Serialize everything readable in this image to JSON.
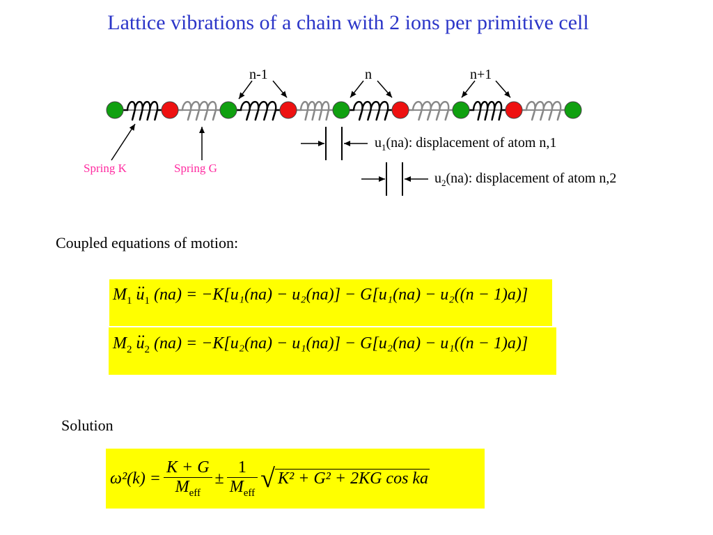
{
  "title": "Lattice vibrations of a chain with 2 ions per primitive cell",
  "chain": {
    "cell_labels": [
      "n-1",
      "n",
      "n+1"
    ],
    "spring_labels": [
      "Spring K",
      "Spring G"
    ],
    "u1_label": {
      "sym": "u",
      "sub": "1",
      "text": "(na): displacement of atom n,1"
    },
    "u2_label": {
      "sym": "u",
      "sub": "2",
      "text": "(na): displacement of atom n,2"
    },
    "colors": {
      "atom1": "#10a010",
      "atom2": "#ee1111",
      "spring_k": "#000000",
      "spring_g": "#888888",
      "spring_label": "#ff2aa0",
      "title": "#2b35c8",
      "highlight": "#ffff00"
    }
  },
  "coupled_heading": "Coupled equations of motion:",
  "solution_heading": "Solution",
  "equations": {
    "eq1": {
      "M": "M",
      "Msub": "1",
      "u": "u",
      "usub": "1",
      "rhs": "(na) = −K[u₁(na) − u₂(na)] − G[u₁(na) − u₂((n − 1)a)]"
    },
    "eq2": {
      "M": "M",
      "Msub": "2",
      "u": "u",
      "usub": "2",
      "rhs": "(na) = −K[u₂(na) − u₁(na)] − G[u₂(na) − u₁((n − 1)a)]"
    },
    "solution": {
      "lhs": "ω²(k) =",
      "num1": "K + G",
      "den": "M",
      "densub": "eff",
      "pm": "±",
      "num2": "1",
      "radicand": "K² + G² + 2KG cos ka"
    }
  }
}
